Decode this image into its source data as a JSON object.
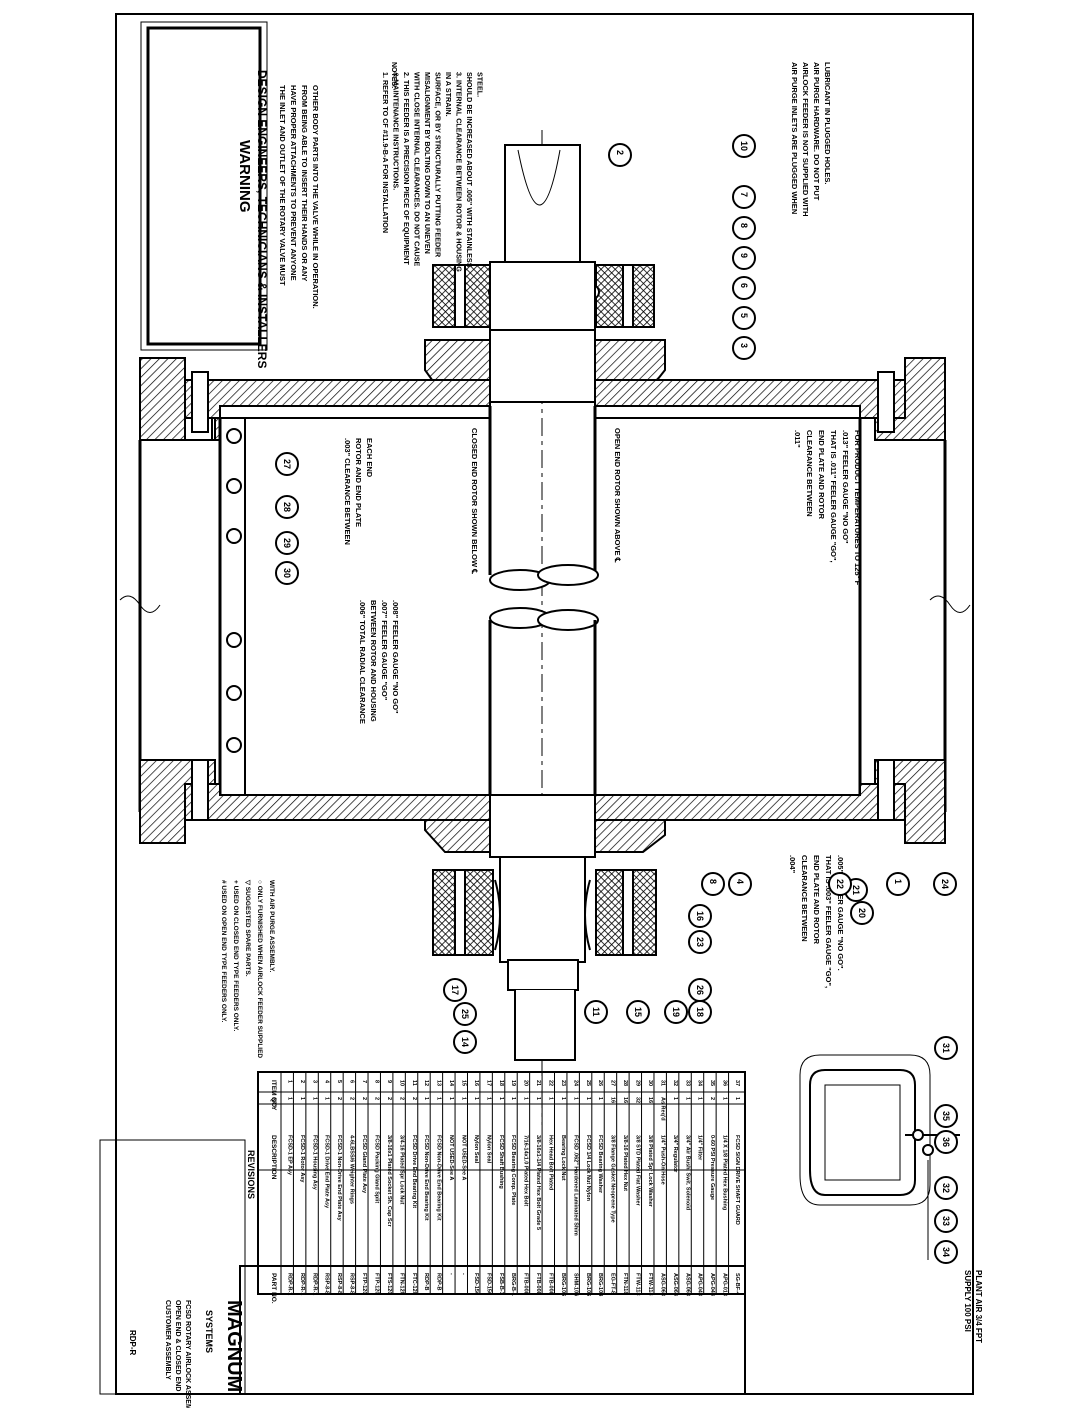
{
  "warning_box": {
    "title": "WARNING",
    "subtitle": "DESIGN ENGINEERS, TECHNICIANS & INSTALLERS",
    "lines": [
      "THE INLET AND OUTLET OF THE ROTARY VALVE MUST",
      "HAVE PROPER ATTACHMENTS TO PREVENT ANYONE",
      "FROM BEING ABLE TO INSERT THEIR HANDS OR ANY",
      "OTHER BODY PARTS INTO THE VALVE WHILE IN OPERATION."
    ]
  },
  "notes": {
    "heading": "NOTES:",
    "lines": [
      "1. REFER TO CF #11.9-B-A FOR INSTALLATION",
      "& MAINTENANCE INSTRUCTIONS.",
      "2. THIS FEEDER IS A PRECISION PIECE OF EQUIPMENT",
      "WITH CLOSE INTERNAL CLEARANCES. DO NOT CAUSE",
      "MISALIGNMENT BY BOLTING DOWN TO AN UNEVEN",
      "SURFACE, OR BY STRUCTURALLY PUTTING FEEDER",
      "IN A STRAIN.",
      "3. INTERNAL CLEARANCE BETWEEN ROTOR & HOUSING",
      "SHOULD BE INCREASED ABOUT .005\" WITH STAINLESS",
      "STEEL."
    ]
  },
  "air_purge_note": [
    "AIR PURGE INLETS ARE PLUGGED WHEN",
    "AIRLOCK FEEDER IS NOT SUPPLIED WITH",
    "AIR PURGE HARDWARE. DO NOT PUT",
    "LUBRICANT IN PLUGGED HOLES."
  ],
  "clearance_notes": {
    "open_end": [
      ".011\"",
      "CLEARANCE BETWEEN",
      "END PLATE AND ROTOR",
      "THAT IS .011\" FEELER GAUGE \"GO\",",
      ".013\" FEELER GAUGE \"NO GO\"",
      "FOR PRODUCT TEMPERATURES TO 125° F"
    ],
    "open_end_rotor": "OPEN END ROTOR SHOWN ABOVE ℄",
    "closed_end_rotor": "CLOSED END ROTOR SHOWN BELOW ℄",
    "closed_end_clearance": [
      ".003\" CLEARANCE BETWEEN",
      "ROTOR AND END PLATE",
      "EACH END"
    ],
    "radial": [
      ".006\" TOTAL RADIAL CLEARANCE",
      "BETWEEN ROTOR AND HOUSING",
      ".007\" FEELER GAUGE \"GO\"",
      ".008\" FEELER GAUGE \"NO GO\""
    ],
    "end_plate": [
      ".004\"",
      "CLEARANCE BETWEEN",
      "END PLATE AND ROTOR",
      "THAT IS .003\" FEELER GAUGE \"GO\",",
      ".005\" FEELER GAUGE \"NO GO\"."
    ]
  },
  "legend": [
    "# USED ON OPEN END TYPE FEEDERS ONLY.",
    "+ USED ON CLOSED END TYPE FEEDERS ONLY.",
    "▽ SUGGESTED SPARE PARTS.",
    "○ ONLY FURNISHED WHEN AIRLOCK FEEDER SUPPLIED",
    "WITH AIR PURGE ASSEMBLY."
  ],
  "supply_note": [
    "SUPPLY 100 PSI",
    "PLANT AIR 3/4 FPT"
  ],
  "balloons_main": [
    "2",
    "10",
    "7",
    "8",
    "9",
    "6",
    "5",
    "3",
    "27",
    "28",
    "29",
    "30",
    "24",
    "1",
    "21",
    "20",
    "22",
    "4",
    "8",
    "16",
    "23",
    "18",
    "26",
    "19",
    "15",
    "11",
    "14",
    "25",
    "17"
  ],
  "balloons_detail": [
    "31",
    "35",
    "36",
    "32",
    "33",
    "34"
  ],
  "parts_table": {
    "headers": [
      "ITEM NO.",
      "QTY",
      "DESCRIPTION",
      "PART NO."
    ],
    "rows": [
      [
        "37",
        "1",
        "FCSD SIGN DRIVE SHAFT GUARD",
        "SG-BF-4"
      ],
      [
        "36",
        "1",
        "1/4 X 1/8 Plated Hex Bushing",
        "APG-018"
      ],
      [
        "35",
        "2",
        "0-60 PSI Pressure Gauge",
        "APG-048"
      ],
      [
        "34",
        "1",
        "1/4\" Filter",
        "APG-048"
      ],
      [
        "33",
        "1",
        "3/4\" Air Bush. Swit. Solenoid",
        "ASG-068"
      ],
      [
        "32",
        "1",
        "3/4\" Regulator",
        "ASG-068"
      ],
      [
        "31",
        "As Req'd",
        "1/4\" Push-On Hose",
        "ASG-068"
      ],
      [
        "30",
        "16",
        "3/8 Plated Spr Lock Washer",
        "FTW-118"
      ],
      [
        "29",
        "32",
        "3/8 STD Plated Flat Washer",
        "FTW-118"
      ],
      [
        "28",
        "16",
        "3/8-16 Plated Hex Nut",
        "FTN-118"
      ],
      [
        "27",
        "16",
        "3/8 Flange Gasket Neoprene Type",
        "EG-FT-8"
      ],
      [
        "26",
        "1",
        "FCSD Bearing Washer",
        "BRG-104"
      ],
      [
        "25",
        "1",
        "FCSD 1/4 Lock Nut Nylon",
        "BRG-106"
      ],
      [
        "24",
        "1",
        "FCSD .062\" Hardened Laminated Shim",
        "SHM-106"
      ],
      [
        "23",
        "1",
        "Bearing Lock Nut",
        "BRG-106"
      ],
      [
        "22",
        "1",
        "Hex Head Bolt Plated",
        "FTB-008"
      ],
      [
        "21",
        "1",
        "3/8-16x1-1/4 Plated Hex Bolt Grade 5",
        "FTB-008"
      ],
      [
        "20",
        "1",
        "7/16-14x1.0 Plated Hex Bolt",
        "FTB-008"
      ],
      [
        "19",
        "1",
        "FCSD Bearing Comp. Plate",
        "BRG-B-1"
      ],
      [
        "18",
        "1",
        "FCSD Shaft Bushing",
        "FSB-B-1"
      ],
      [
        "17",
        "1",
        "Nylon Seal",
        "FSD-156"
      ],
      [
        "16",
        "1",
        "Nylon Seal",
        "FSD-156"
      ],
      [
        "15",
        "1",
        "NOT USED-See A",
        "-"
      ],
      [
        "14",
        "1",
        "NOT USED-See A",
        "-"
      ],
      [
        "13",
        "1",
        "FCSD Non-Drive End Bearing Kit",
        "RDP-B"
      ],
      [
        "12",
        "1",
        "FCSD Non-Drive End Bearing Kit",
        "RDP-B"
      ],
      [
        "11",
        "2",
        "FCSD Drive End Bearing Kit",
        "FTC-120"
      ],
      [
        "10",
        "2",
        "3/4-16 Plated Spr Lock Nut",
        "FTN-120"
      ],
      [
        "9",
        "2",
        "3/8-16x1 Plated Socket Sh. Cap Scr",
        "FTS-120"
      ],
      [
        "8",
        "2",
        "FCSD Packing Gland Split",
        "FTP-120"
      ],
      [
        "7",
        "2",
        "FCSD Gland Plate Asy",
        "FTP-120"
      ],
      [
        "6",
        "2",
        "4-6LBSS/6 Weighter Rings",
        "RSP-8-8"
      ],
      [
        "5",
        "2",
        "FCSD-1 Non-Drive End Plate Asy",
        "RSP-8-8"
      ],
      [
        "4",
        "1",
        "FCSD-1 Drive End Plate Asy",
        "RSP-8-8"
      ],
      [
        "3",
        "1",
        "FCSD-1 Housing Asy",
        "RDP-R-1"
      ],
      [
        "2",
        "1",
        "FCSD-1 Rotor Asy",
        "RDP-R-1"
      ],
      [
        "1",
        "1",
        "FCSD-1 EP Asy",
        "RDP-R-1"
      ]
    ]
  },
  "title_block": {
    "revision_label": "REVISIONS",
    "company": "MAGNUM",
    "company_sub": "SYSTEMS",
    "drawing_title": [
      "FCSD ROTARY AIRLOCK ASSEMBLY",
      "OPEN END & CLOSED END",
      "CUSTOMER ASSEMBLY"
    ],
    "dwg_no": "RDP-R"
  }
}
